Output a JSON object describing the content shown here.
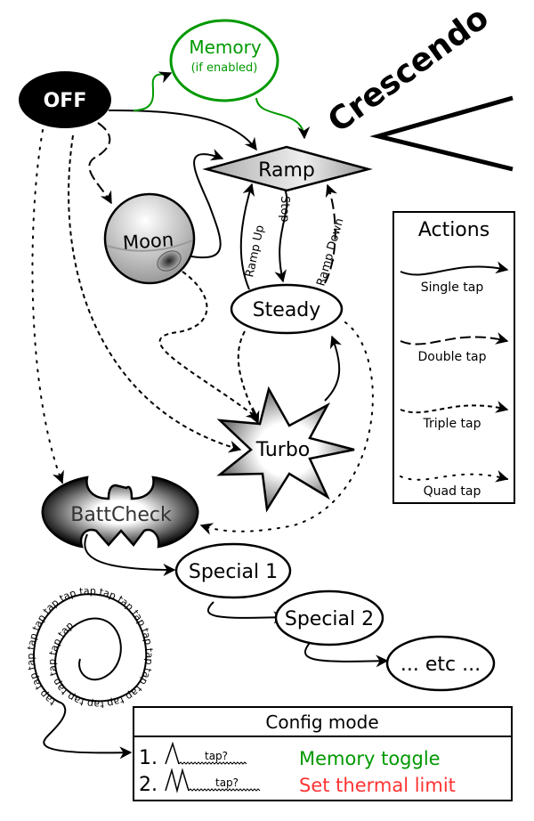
{
  "title": "Crescendo",
  "nodes": {
    "off": "OFF",
    "memory": "Memory",
    "memory_sub": "(if enabled)",
    "ramp": "Ramp",
    "moon": "Moon",
    "steady": "Steady",
    "turbo": "Turbo",
    "battcheck": "BattCheck",
    "special1": "Special 1",
    "special2": "Special 2",
    "etc": "... etc ..."
  },
  "edge_labels": {
    "ramp_up": "Ramp Up",
    "stop": "Stop",
    "ramp_down": "Ramp Down"
  },
  "legend": {
    "title": "Actions",
    "items": [
      {
        "label": "Single tap",
        "style": "solid"
      },
      {
        "label": "Double tap",
        "style": "dashed"
      },
      {
        "label": "Triple tap",
        "style": "short-dashed"
      },
      {
        "label": "Quad tap",
        "style": "dotted"
      }
    ]
  },
  "spiral_word": "tap",
  "config": {
    "title": "Config mode",
    "rows": [
      {
        "num": "1.",
        "hint": "tap?",
        "label": "Memory toggle",
        "color": "#009900"
      },
      {
        "num": "2.",
        "hint": "tap?",
        "label": "Set thermal limit",
        "color": "#ff3333"
      }
    ]
  },
  "colors": {
    "memory": "#009900",
    "line": "#000000"
  }
}
